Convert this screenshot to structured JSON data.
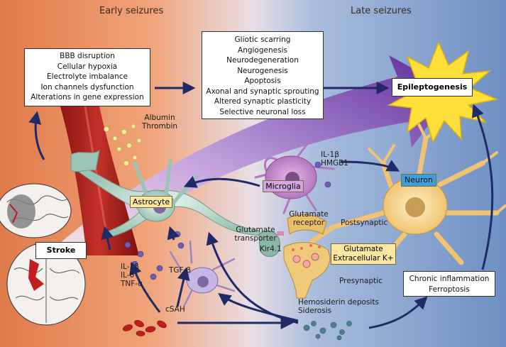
{
  "headers": {
    "early": "Early seizures",
    "late": "Late seizures"
  },
  "box_left": {
    "lines": [
      "BBB disruption",
      "Cellular hypoxia",
      "Electrolyte imbalance",
      "Ion channels dysfunction",
      "Alterations in gene expression"
    ]
  },
  "box_middle": {
    "lines": [
      "Gliotic scarring",
      "Angiogenesis",
      "Neurodegeneration",
      "Neurogenesis",
      "Apoptosis",
      "Axonal and synaptic sprouting",
      "Altered synaptic plasticity",
      "Selective neuronal loss"
    ]
  },
  "epileptogenesis": "Epileptogenesis",
  "stroke": "Stroke",
  "albumin": [
    "Albumin",
    "Thrombin"
  ],
  "astrocyte": "Astrocyte",
  "microglia": "Microglia",
  "neuron": "Neuron",
  "il1b_hmgb1": [
    "IL-1β",
    "HMGB1"
  ],
  "glutamate_receptor": [
    "Glutamate",
    "receptor"
  ],
  "glutamate_transporter": [
    "Glutamate",
    "transporter"
  ],
  "kir": "Kir4.1",
  "postsynaptic": "Postsynaptic",
  "presynaptic": "Presynaptic",
  "glutamate_box": [
    "Glutamate",
    "Extracellular K+"
  ],
  "cytokines": [
    "IL-1β",
    "IL-6",
    "TNF-α"
  ],
  "tgf": "TGF-β",
  "csah": "cSAH",
  "hemosiderin": [
    "Hemosiderin deposits",
    "Siderosis"
  ],
  "chronic": [
    "Chronic inflammation",
    "Ferroptosis"
  ],
  "colors": {
    "early_bg": "#e8875a",
    "late_bg": "#6f93c4",
    "arrow": "#1f2a66",
    "big_arrow": "#5b2a9a",
    "tag_yellow": "#fbe7a2",
    "tag_blue": "#3e9fd8",
    "tag_purple": "#d3a6e0"
  },
  "icons": [
    "brain-slice-icon",
    "blood-vessel-icon",
    "astrocyte-cell-icon",
    "microglia-cell-icon",
    "neuron-cell-icon",
    "explosion-burst-icon",
    "red-blood-cell-icon"
  ]
}
